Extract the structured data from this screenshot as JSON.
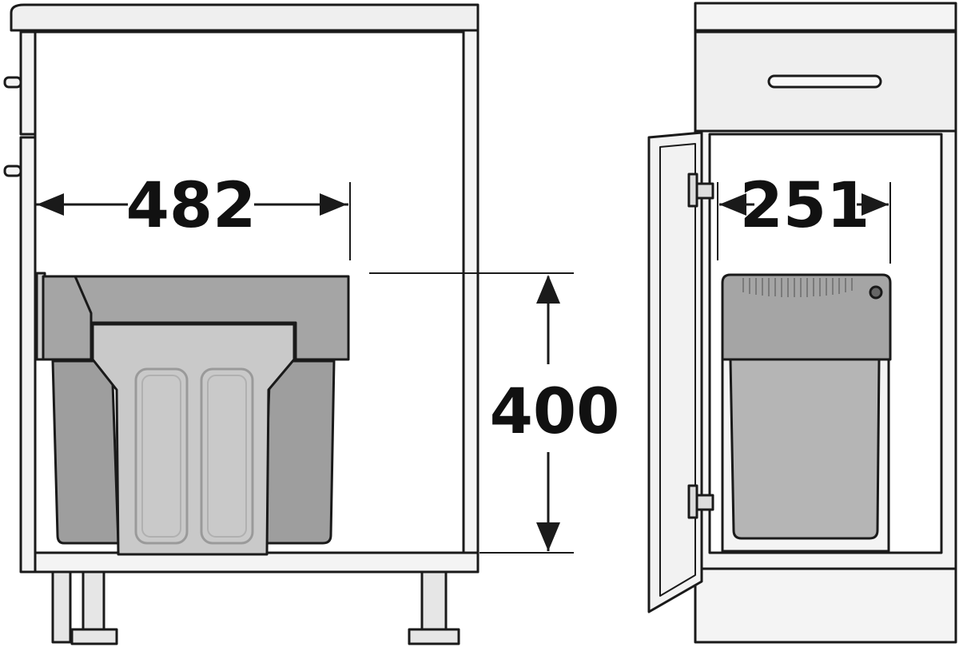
{
  "dimensions": {
    "width": "482",
    "height": "400",
    "compact_width": "251"
  },
  "colors": {
    "outline": "#1a1a1a",
    "cabinet_fill": "#f2f2f2",
    "bin_dark": "#9e9e9e",
    "bin_mid": "#b5b5b5",
    "bin_light": "#c9c9c9",
    "bin_lid": "#a5a5a5"
  }
}
